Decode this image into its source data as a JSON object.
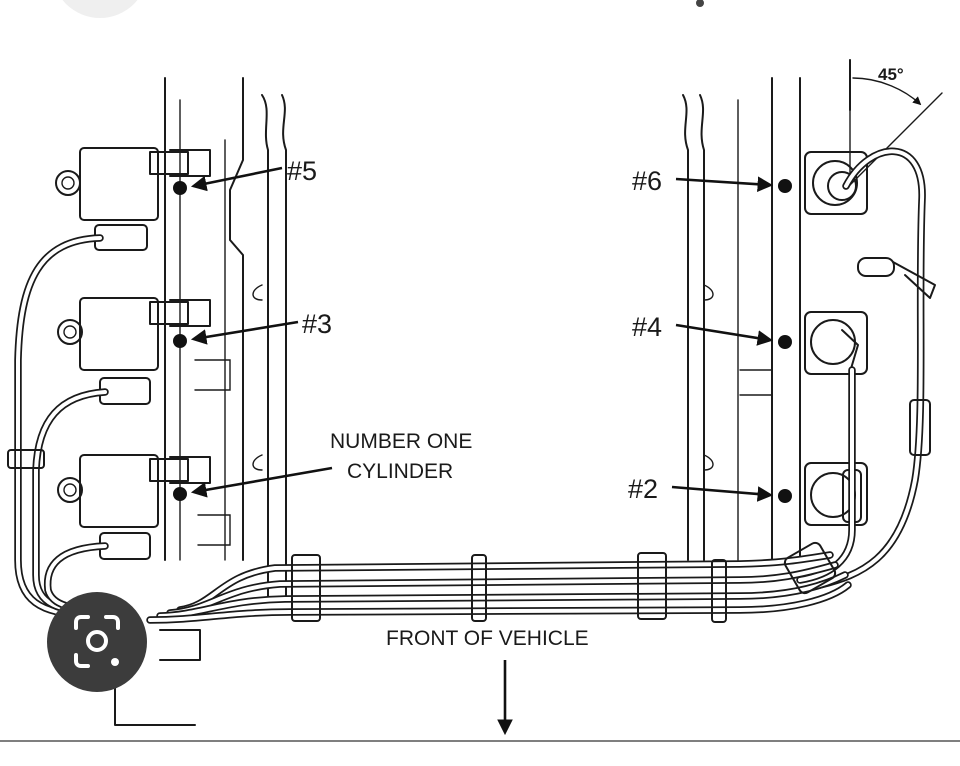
{
  "labels": {
    "cyl5": "#5",
    "cyl3": "#3",
    "cyl6": "#6",
    "cyl4": "#4",
    "cyl2": "#2",
    "number_one_line1": "NUMBER ONE",
    "number_one_line2": "CYLINDER",
    "front": "FRONT OF VEHICLE",
    "angle": "45°"
  },
  "icons": {
    "camera": "camera-lens-icon",
    "top_circle": "partial-circle-button"
  },
  "colors": {
    "ink": "#1a1a1a",
    "camera_bg": "#3c3c3c",
    "top_button": "#efefef"
  }
}
